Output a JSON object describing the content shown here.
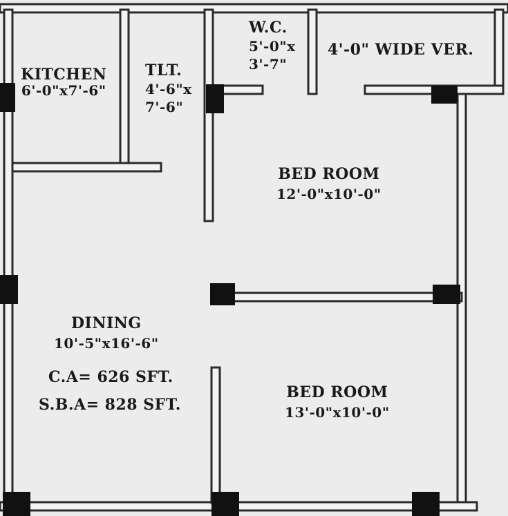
{
  "rooms": {
    "kitchen": {
      "name": "KITCHEN",
      "dim": "6'-0\"x7'-6\""
    },
    "toilet": {
      "name": "TLT.",
      "dim1": "4'-6\"x",
      "dim2": "7'-6\""
    },
    "wc": {
      "name": "W.C.",
      "dim1": "5'-0\"x",
      "dim2": "3'-7\""
    },
    "verandah": {
      "name": "4'-0\" WIDE VER."
    },
    "bedroom1": {
      "name": "BED ROOM",
      "dim": "12'-0\"x10'-0\""
    },
    "dining": {
      "name": "DINING",
      "dim": "10'-5\"x16'-6\""
    },
    "bedroom2": {
      "name": "BED ROOM",
      "dim": "13'-0\"x10'-0\""
    }
  },
  "areas": {
    "carpet": "C.A= 626 SFT.",
    "super_built": "S.B.A= 828 SFT."
  },
  "colors": {
    "wall": "#2a2a2a",
    "fill": "#f2f2f2",
    "column": "#111111",
    "background": "#ececec"
  }
}
